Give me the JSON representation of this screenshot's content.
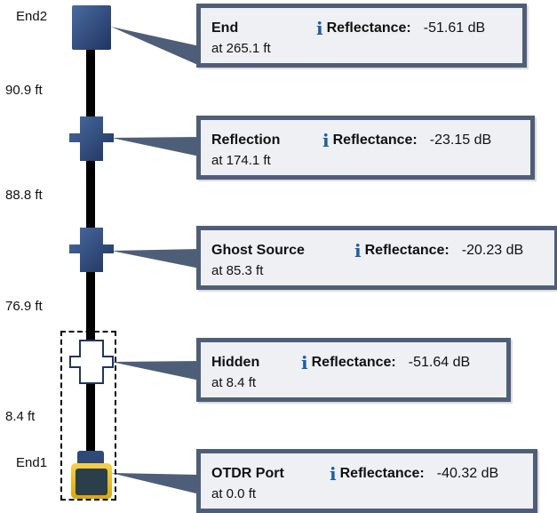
{
  "map": {
    "end2_label": "End2",
    "end1_label": "End1",
    "segments": [
      "90.9 ft",
      "88.8 ft",
      "76.9 ft",
      "8.4 ft"
    ]
  },
  "events": [
    {
      "name": "End",
      "location": "at 265.1 ft",
      "reflectance_label": "Reflectance:",
      "reflectance_value": "-51.61 dB"
    },
    {
      "name": "Reflection",
      "location": "at 174.1 ft",
      "reflectance_label": "Reflectance:",
      "reflectance_value": "-23.15 dB"
    },
    {
      "name": "Ghost Source",
      "location": "at 85.3 ft",
      "reflectance_label": "Reflectance:",
      "reflectance_value": "-20.23 dB"
    },
    {
      "name": "Hidden",
      "location": "at 8.4 ft",
      "reflectance_label": "Reflectance:",
      "reflectance_value": "-51.64 dB"
    },
    {
      "name": "OTDR Port",
      "location": "at 0.0 ft",
      "reflectance_label": "Reflectance:",
      "reflectance_value": "-40.32 dB"
    }
  ],
  "info_glyph": "i",
  "colors": {
    "icon_blue": "#2f4a78",
    "card_border": "#4f5e78",
    "card_fill": "#eef0f4",
    "info_blue": "#1d5fa0",
    "otdr_yellow": "#f0c020"
  }
}
